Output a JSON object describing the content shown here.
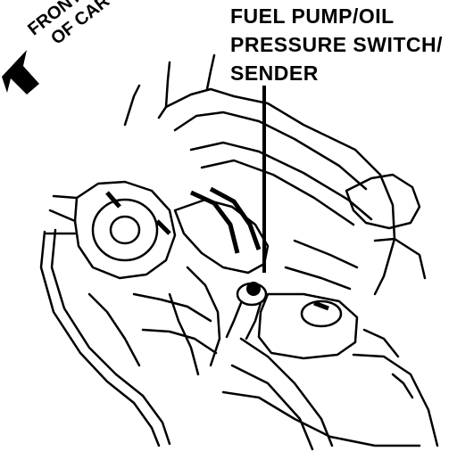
{
  "diagram": {
    "orientation_label": {
      "line1": "FRONT",
      "line2": "OF CAR"
    },
    "callout": {
      "line1": "FUEL PUMP/OIL",
      "line2": "PRESSURE SWITCH/",
      "line3": "SENDER"
    },
    "colors": {
      "ink": "#000000",
      "paper": "#ffffff"
    }
  }
}
